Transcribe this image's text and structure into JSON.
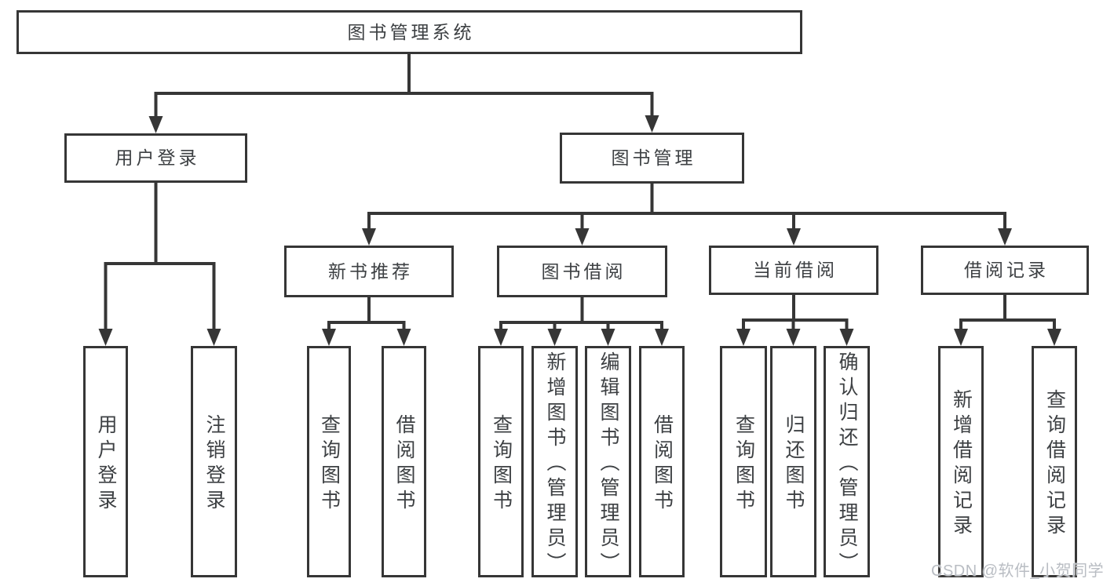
{
  "diagram": {
    "root": {
      "label": "图书管理系统"
    },
    "children": [
      {
        "label": "用户登录",
        "children": [
          {
            "label": "用户登录"
          },
          {
            "label": "注销登录"
          }
        ]
      },
      {
        "label": "图书管理",
        "children": [
          {
            "label": "新书推荐",
            "children": [
              {
                "label": "查询图书"
              },
              {
                "label": "借阅图书"
              }
            ]
          },
          {
            "label": "图书借阅",
            "children": [
              {
                "label": "查询图书"
              },
              {
                "label": "新增图书（管理员）"
              },
              {
                "label": "编辑图书（管理员）"
              },
              {
                "label": "借阅图书"
              }
            ]
          },
          {
            "label": "当前借阅",
            "children": [
              {
                "label": "查询图书"
              },
              {
                "label": "归还图书"
              },
              {
                "label": "确认归还（管理员）"
              }
            ]
          },
          {
            "label": "借阅记录",
            "children": [
              {
                "label": "新增借阅记录"
              },
              {
                "label": "查询借阅记录"
              }
            ]
          }
        ]
      }
    ]
  },
  "watermark": {
    "text": "CSDN @软件_小贺同学"
  },
  "colors": {
    "line": "#363636",
    "text": "#3d4043",
    "watermark": "#b9bdc3",
    "background": "#ffffff"
  }
}
